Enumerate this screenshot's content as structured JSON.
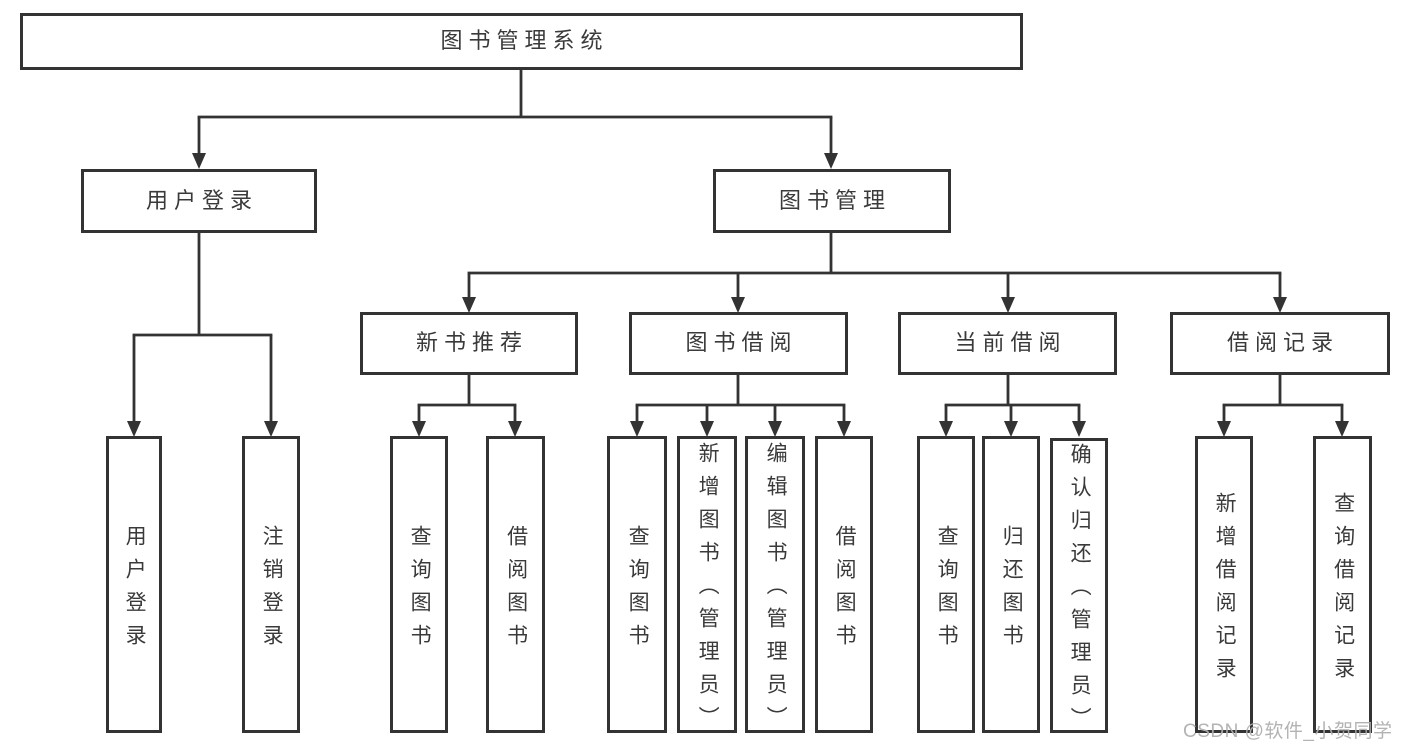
{
  "watermark": "CSDN @软件_小贺同学",
  "colors": {
    "line": "#333333",
    "text": "#3a3a3a",
    "box_background": "#ffffff",
    "watermark": "#afafaf"
  },
  "nodes": {
    "root": {
      "label": "图书管理系统"
    },
    "user_login": {
      "label": "用户登录"
    },
    "book_mgmt": {
      "label": "图书管理"
    },
    "new_recommend": {
      "label": "新书推荐"
    },
    "book_borrow": {
      "label": "图书借阅"
    },
    "current_borrow": {
      "label": "当前借阅"
    },
    "borrow_records": {
      "label": "借阅记录"
    },
    "login_children": [
      {
        "label": "用户登录"
      },
      {
        "label": "注销登录"
      }
    ],
    "recommend_children": [
      {
        "label": "查询图书"
      },
      {
        "label": "借阅图书"
      }
    ],
    "borrow_children": [
      {
        "label": "查询图书"
      },
      {
        "label": "新增图书（管理员）"
      },
      {
        "label": "编辑图书（管理员）"
      },
      {
        "label": "借阅图书"
      }
    ],
    "current_children": [
      {
        "label": "查询图书"
      },
      {
        "label": "归还图书"
      },
      {
        "label": "确认归还（管理员）"
      }
    ],
    "records_children": [
      {
        "label": "新增借阅记录"
      },
      {
        "label": "查询借阅记录"
      }
    ]
  }
}
